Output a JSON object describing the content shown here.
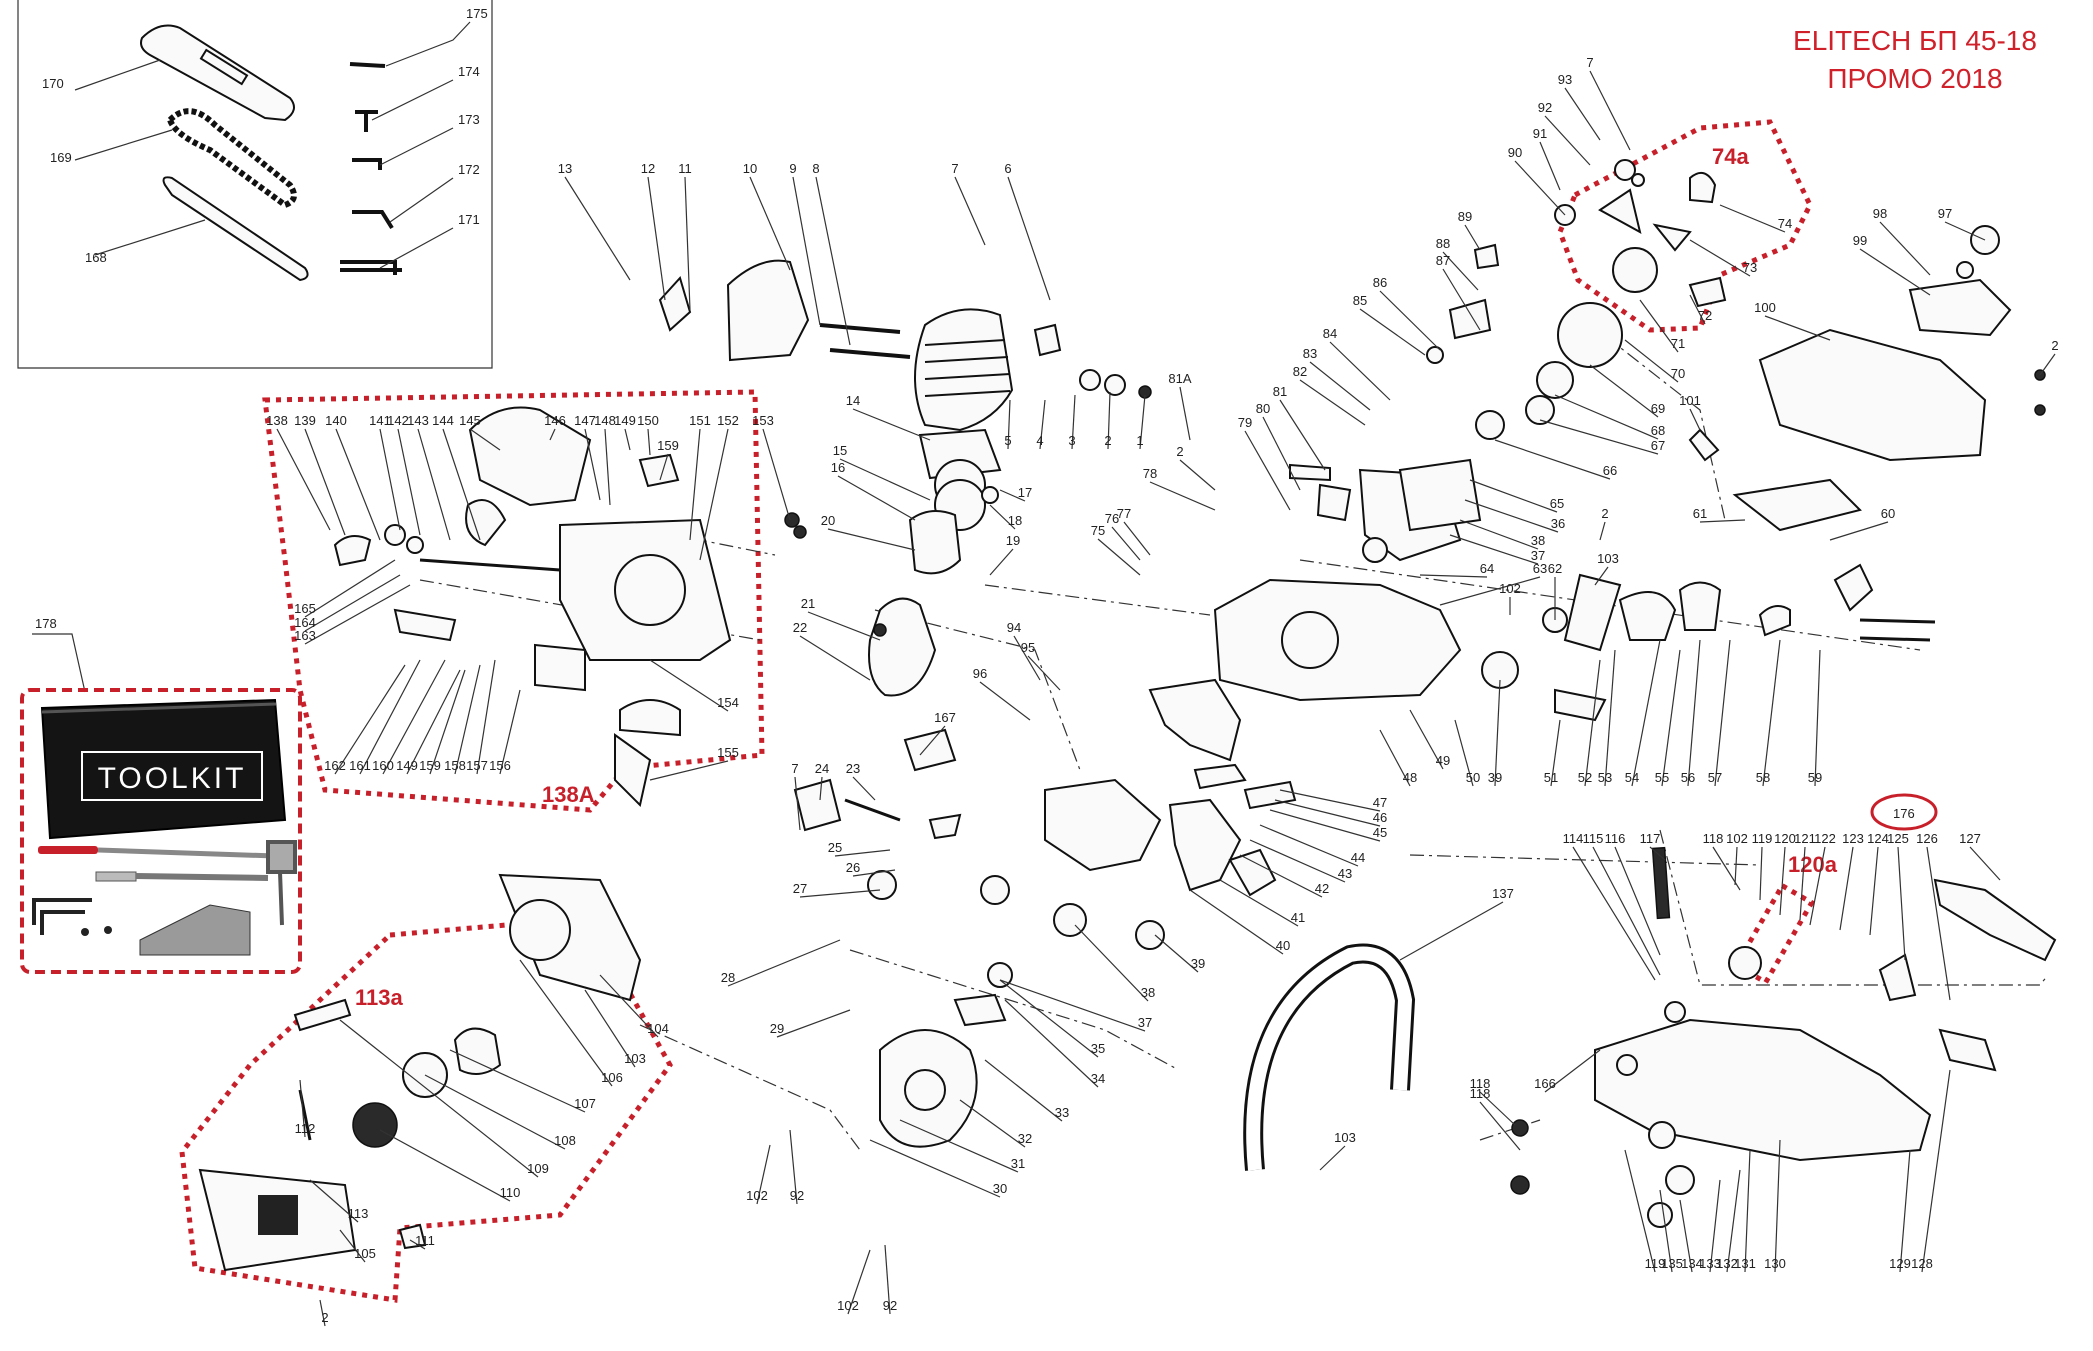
{
  "header": {
    "model_line": "ELITECH БП 45-18",
    "promo_line": "ПРОМО 2018"
  },
  "groups": {
    "g138A": "138A",
    "g113a": "113a",
    "g74a": "74a",
    "g120a": "120a"
  },
  "toolkit": {
    "bag_label": "TOOLKIT",
    "ref": "178"
  },
  "circled_ref": "176",
  "accent_color": "#c8202a",
  "callouts": {
    "c175": "175",
    "c174": "174",
    "c173": "173",
    "c172": "172",
    "c171": "171",
    "c170": "170",
    "c169": "169",
    "c168": "168",
    "c13": "13",
    "c12": "12",
    "c11": "11",
    "c10": "10",
    "c9": "9",
    "c8": "8",
    "c7a": "7",
    "c6": "6",
    "c5": "5",
    "c4": "4",
    "c3": "3",
    "c2a": "2",
    "c1": "1",
    "c14": "14",
    "c15": "15",
    "c16": "16",
    "c17": "17",
    "c18": "18",
    "c19": "19",
    "c20": "20",
    "c21": "21",
    "c22": "22",
    "c138": "138",
    "c139": "139",
    "c140": "140",
    "c141": "141",
    "c142": "142",
    "c143": "143",
    "c144": "144",
    "c145": "145",
    "c146": "146",
    "c147": "147",
    "c148": "148",
    "c149a": "149",
    "c150": "150",
    "c151": "151",
    "c152": "152",
    "c153": "153",
    "c159a": "159",
    "c165": "165",
    "c164": "164",
    "c163": "163",
    "c154": "154",
    "c155": "155",
    "c162": "162",
    "c161": "161",
    "c160": "160",
    "c149b": "149",
    "c159b": "159",
    "c158": "158",
    "c157": "157",
    "c156": "156",
    "c81A": "81A",
    "c2b": "2",
    "c78": "78",
    "c77": "77",
    "c76": "76",
    "c75": "75",
    "c89": "89",
    "c88": "88",
    "c87": "87",
    "c86": "86",
    "c85": "85",
    "c84": "84",
    "c83": "83",
    "c82": "82",
    "c81": "81",
    "c80": "80",
    "c79": "79",
    "c90": "90",
    "c91": "91",
    "c92a": "92",
    "c93": "93",
    "c7b": "7",
    "c74": "74",
    "c73": "73",
    "c72": "72",
    "c71": "71",
    "c70": "70",
    "c69": "69",
    "c68": "68",
    "c67": "67",
    "c66": "66",
    "c65": "65",
    "c36": "36",
    "c38a": "38",
    "c37a": "37",
    "c64": "64",
    "c63": "63",
    "c62": "62",
    "c102a": "102",
    "c103a": "103",
    "c2c": "2",
    "c98": "98",
    "c97": "97",
    "c99": "99",
    "c100": "100",
    "c101": "101",
    "c2d": "2",
    "c61": "61",
    "c60": "60",
    "c49": "49",
    "c48": "48",
    "c50": "50",
    "c39a": "39",
    "c51": "51",
    "c52": "52",
    "c53": "53",
    "c54": "54",
    "c55": "55",
    "c56": "56",
    "c57": "57",
    "c58": "58",
    "c59": "59",
    "c94": "94",
    "c95": "95",
    "c96": "96",
    "c167": "167",
    "c7c": "7",
    "c24": "24",
    "c23": "23",
    "c25": "25",
    "c26": "26",
    "c27": "27",
    "c47": "47",
    "c46": "46",
    "c45": "45",
    "c44": "44",
    "c43": "43",
    "c42": "42",
    "c41": "41",
    "c40": "40",
    "c39b": "39",
    "c38b": "38",
    "c37b": "37",
    "c35": "35",
    "c34": "34",
    "c33": "33",
    "c32": "32",
    "c31": "31",
    "c30": "30",
    "c28": "28",
    "c29": "29",
    "c102b": "102",
    "c92b": "92",
    "c102c": "102",
    "c92c": "92",
    "c104": "104",
    "c103b": "103",
    "c106": "106",
    "c107": "107",
    "c108": "108",
    "c109": "109",
    "c110": "110",
    "c112": "112",
    "c113": "113",
    "c105": "105",
    "c111": "111",
    "c2e": "2",
    "c137": "137",
    "c103c": "103",
    "c118a": "118",
    "c118b": "118",
    "c114": "114",
    "c115": "115",
    "c116": "116",
    "c117": "117",
    "c118c": "118",
    "c102d": "102",
    "c119a": "119",
    "c120": "120",
    "c121": "121",
    "c122": "122",
    "c123": "123",
    "c124": "124",
    "c125": "125",
    "c126": "126",
    "c127": "127",
    "c166": "166",
    "c119b": "119",
    "c135": "135",
    "c134": "134",
    "c133": "133",
    "c132": "132",
    "c131": "131",
    "c130": "130",
    "c129": "129",
    "c128": "128"
  }
}
